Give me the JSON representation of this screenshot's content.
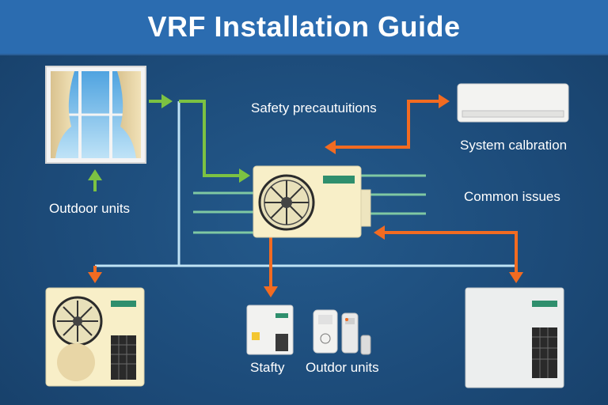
{
  "header": {
    "title": "VRF Installation Guide"
  },
  "labels": {
    "safety_precautions": "Safety precautuitions",
    "system_calibration": "System calbration",
    "common_issues": "Common issues",
    "outdoor_units_left": "Outdoor units",
    "stafty": "Stafty",
    "outdoor_units_bottom": "Outdor units"
  },
  "colors": {
    "background": "#1f4e79",
    "title_bar": "#2b6cb0",
    "green_arrow": "#7cc242",
    "orange_arrow": "#f26b21",
    "pipe": "#bfe3f5",
    "unit_body": "#f8efc8"
  }
}
